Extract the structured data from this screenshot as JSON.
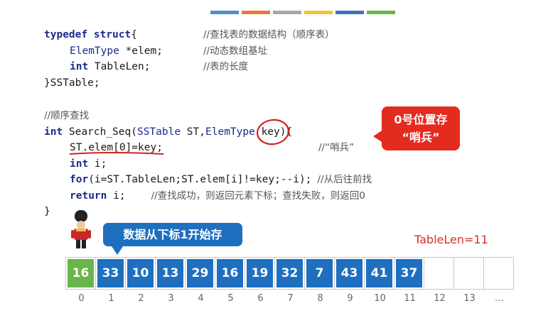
{
  "top_bar": {
    "colors": [
      "#4e8fd0",
      "#e57a3c",
      "#a8a8a8",
      "#f5c233",
      "#3f6fbf",
      "#6ab54a"
    ]
  },
  "code": {
    "l1": {
      "kw": "typedef struct",
      "brace": "{",
      "comment": "//查找表的数据结构（顺序表）"
    },
    "l2": {
      "type": "ElemType",
      "rest": " *elem;",
      "comment": "//动态数组基址"
    },
    "l3": {
      "kw": "int",
      "rest": " TableLen;",
      "comment": "//表的长度"
    },
    "l4": {
      "text": "}SSTable;"
    },
    "l6": {
      "comment": "//顺序查找"
    },
    "l7": {
      "kw": "int",
      "name": " Search_Seq(",
      "t1": "SSTable",
      "p1": " ST,",
      "t2": "ElemType",
      "p2": " key){"
    },
    "l8": {
      "text": "ST.elem[0]=key;",
      "comment": "//“哨兵”"
    },
    "l9": {
      "kw": "int",
      "rest": " i;"
    },
    "l10": {
      "kw": "for",
      "rest": "(i=ST.TableLen;ST.elem[i]!=key;--i);",
      "comment": "//从后往前找"
    },
    "l11": {
      "kw": "return",
      "rest": " i;",
      "comment": "//查找成功，则返回元素下标；查找失败，则返回0"
    },
    "l12": {
      "text": "}"
    }
  },
  "callouts": {
    "sentinel_line1": "0号位置存",
    "sentinel_line2": "“哨兵”",
    "start_index": "数据从下标1开始存"
  },
  "table_len_label": "TableLen=11",
  "array": {
    "values": [
      "16",
      "33",
      "10",
      "13",
      "29",
      "16",
      "19",
      "32",
      "7",
      "43",
      "41",
      "37",
      "",
      "",
      ""
    ],
    "indices": [
      "0",
      "1",
      "2",
      "3",
      "4",
      "5",
      "6",
      "7",
      "8",
      "9",
      "10",
      "11",
      "12",
      "13",
      "…"
    ],
    "sentinel_color": "#6ab54a",
    "data_color": "#1e6fc0"
  }
}
